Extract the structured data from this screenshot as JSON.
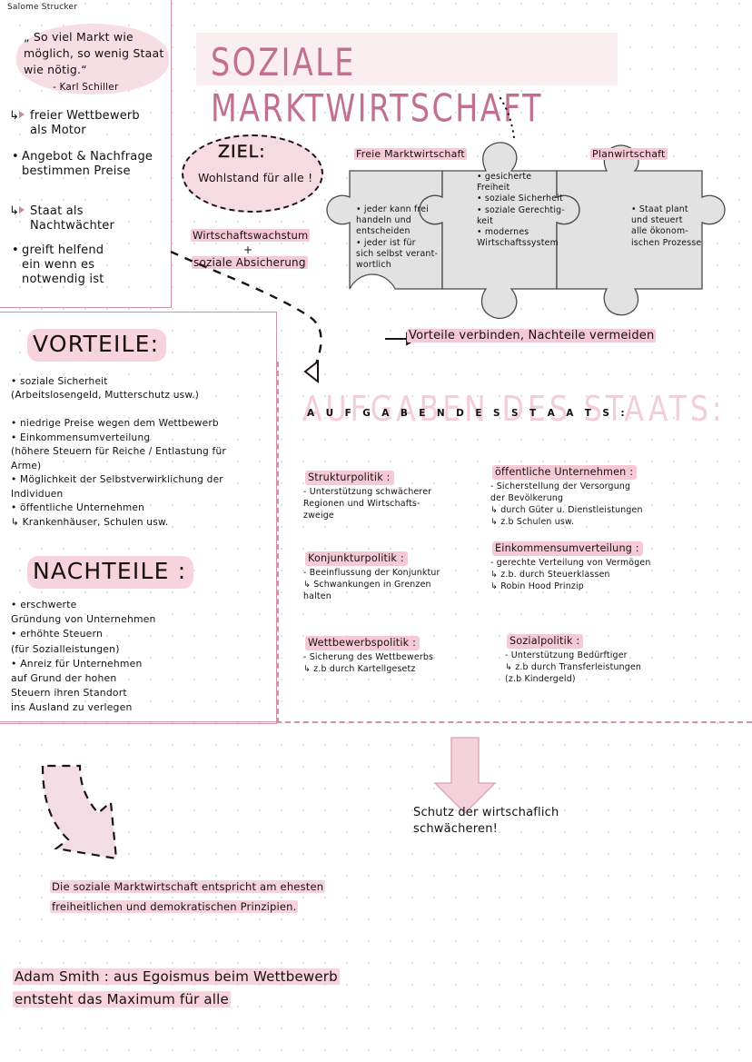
{
  "author": "Salome Strucker",
  "title": "SOZIALE MARKTWIRTSCHAFT",
  "quote": {
    "text": "„ So viel Markt wie möglich, so wenig Staat wie nötig.“",
    "author": "- Karl Schiller"
  },
  "left_points": [
    {
      "hook": "freier Wettbewerb\nals Motor",
      "bullet": "Angebot & Nachfrage\nbestimmen Preise"
    },
    {
      "hook": "Staat als\nNachtwächter",
      "bullet": "greift helfend\nein wenn es\nnotwendig ist"
    }
  ],
  "ziel": {
    "label": "ZIEL:",
    "sub": "Wohlstand für alle !"
  },
  "wachstum": {
    "line1": "Wirtschaftswachstum",
    "plus": "+",
    "line2": "soziale Absicherung"
  },
  "puzzle": {
    "left_label": "Freie Marktwirtschaft",
    "right_label": "Planwirtschaft",
    "left_items": "• jeder kann frei\nhandeln und\nentscheiden\n• jeder ist für\nsich selbst verant-\nwortlich",
    "middle_items": "• gesicherte\n   Freiheit\n• soziale Sicherheit\n• soziale Gerechtig-\n   keit\n• modernes\n  Wirtschaftssystem",
    "right_items": "• Staat plant\nund steuert\nalle ökonom-\nischen Prozesse"
  },
  "connect_note": {
    "arrow": "⟶",
    "text": "Vorteile  verbinden, Nachteile  vermeiden"
  },
  "vorteile": {
    "heading": "VORTEILE:",
    "items": "• soziale Sicherheit\n(Arbeitslosengeld, Mutterschutz usw.)\n\n• niedrige Preise wegen dem Wettbewerb\n• Einkommensumverteilung\n(höhere Steuern für Reiche / Entlastung für\nArme)\n• Möglichkeit der Selbstverwirklichung der\nIndividuen\n• öffentliche Unternehmen\n↳ Krankenhäuser, Schulen usw."
  },
  "nachteile": {
    "heading": "NACHTEILE :",
    "items": "• erschwerte\n   Gründung von Unternehmen\n• erhöhte Steuern\n (für Sozialleistungen)\n• Anreiz für Unternehmen\n   auf Grund der hohen\n   Steuern ihren Standort\n   ins Ausland zu verlegen"
  },
  "aufgaben": {
    "heading_ghost": "AUFGABEN DES STAATS:",
    "heading_front": "A U F G A B E N      D E S      S T A A T S :",
    "cells": [
      {
        "title": "Strukturpolitik :",
        "body": "- Unterstützung schwächerer\n  Regionen und Wirtschafts-\n  zweige"
      },
      {
        "title": "öffentliche Unternehmen :",
        "body": "- Sicherstellung der Versorgung\n  der Bevölkerung\n↳ durch Güter u. Dienstleistungen\n↳ z.b Schulen usw."
      },
      {
        "title": "Konjunkturpolitik :",
        "body": "- Beeinflussung der Konjunktur\n↳ Schwankungen in Grenzen\n   halten"
      },
      {
        "title": "Einkommensumverteilung :",
        "body": "- gerechte Verteilung von Vermögen\n↳ z.b. durch Steuerklassen\n↳ Robin Hood Prinzip"
      },
      {
        "title": "Wettbewerbspolitik :",
        "body": "- Sicherung des Wettbewerbs\n↳ z.b durch Kartellgesetz"
      },
      {
        "title": "Sozialpolitik :",
        "body": "- Unterstützung Bedürftiger\n↳ z.b durch Transferleistungen\n   (z.b Kindergeld)"
      }
    ]
  },
  "schutz_note": "Schutz der wirtschaflich\n        schwächeren!",
  "conclusion1": "Die soziale Marktwirtschaft entspricht am ehesten freiheitlichen und demokratischen Prinzipien.",
  "conclusion2": "Adam Smith : aus Egoismus beim Wettbewerb entsteht das Maximum für alle",
  "colors": {
    "accent_pink": "#c27091",
    "highlight": "#f6c9d6",
    "bubble": "#f7dde4",
    "puzzle_fill": "#e2e2e2",
    "ink": "#15100f",
    "border": "#cf93a8"
  }
}
